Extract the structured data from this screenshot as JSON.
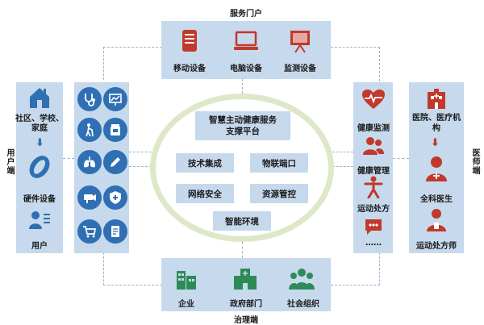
{
  "top_title": "服务门户",
  "bottom_title": "治理端",
  "left_side_label": "用户端",
  "right_side_label": "医师端",
  "portal_items": [
    "移动设备",
    "电脑设备",
    "监测设备"
  ],
  "governance_items": [
    "企业",
    "政府部门",
    "社会组织"
  ],
  "user_column": {
    "top": "社区、学校、家庭",
    "middle": "硬件设备",
    "bottom": "用户"
  },
  "service_column": [
    "健康监测",
    "健康管理",
    "运动处方",
    "……"
  ],
  "doctor_column": [
    "医院、医疗机构",
    "全科医生",
    "运动处方师"
  ],
  "center": {
    "title": "智慧主动健康服务支撑平台",
    "modules": [
      "技术集成",
      "物联端口",
      "网络安全",
      "资源管控",
      "智能环境"
    ]
  },
  "colors": {
    "panel": "#c7d9ec",
    "accent_red": "#c0392b",
    "accent_blue": "#2f6fb3",
    "accent_green": "#2e8b57",
    "ring": "#dde8c9"
  }
}
